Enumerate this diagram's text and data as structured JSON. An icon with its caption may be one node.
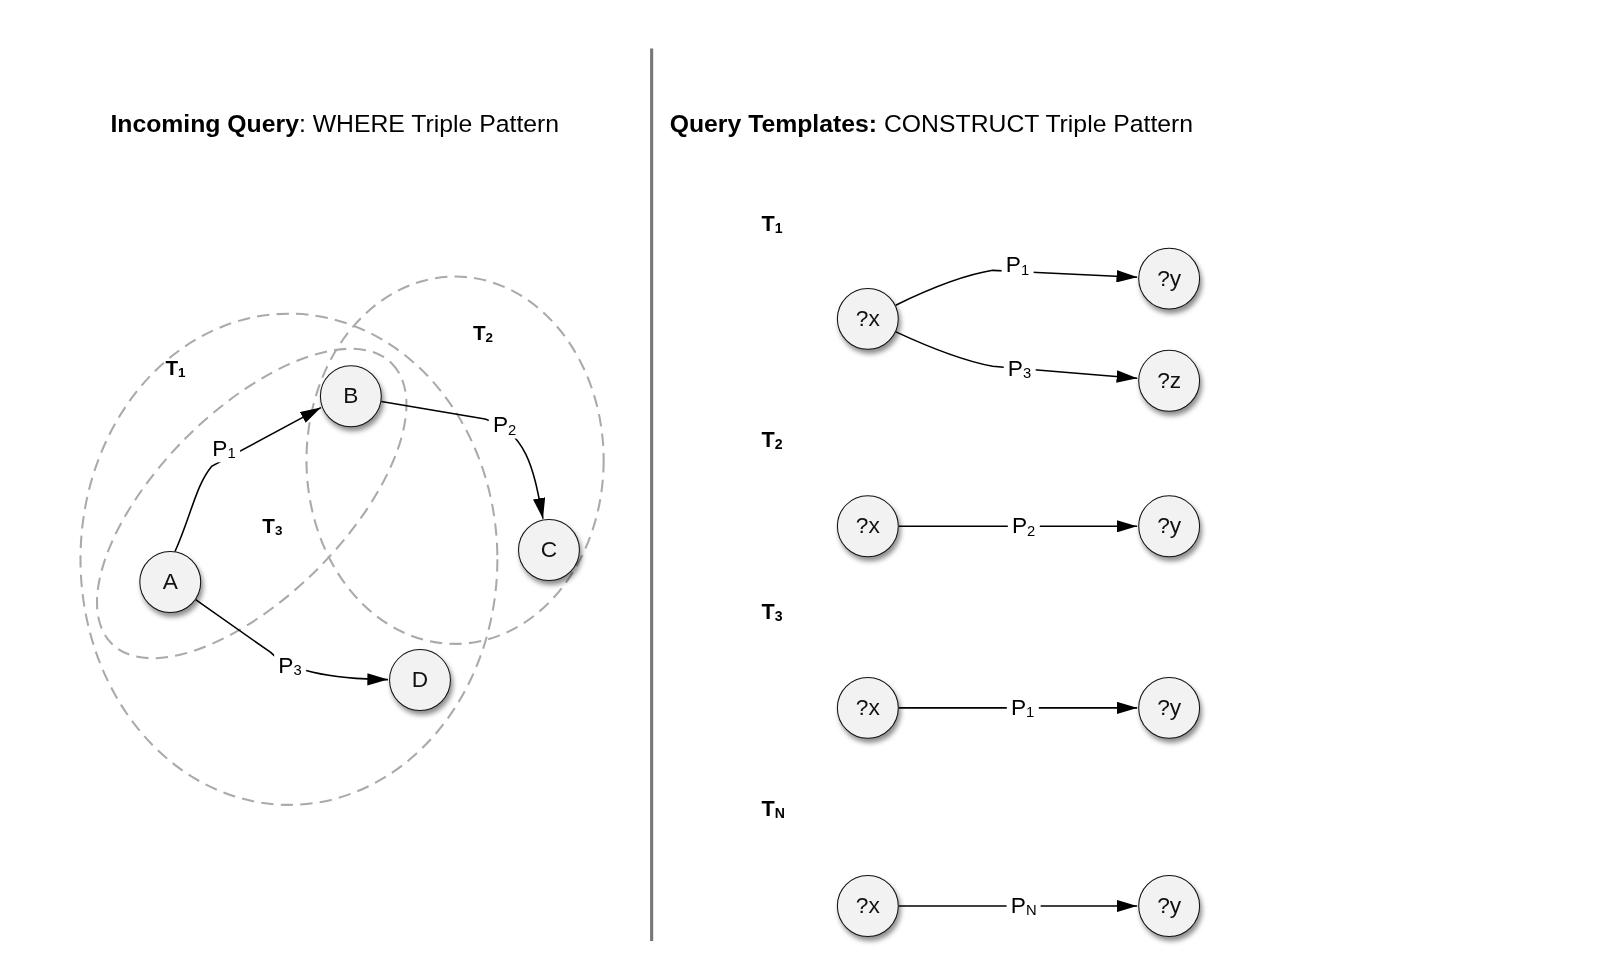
{
  "diagram": {
    "nodes": [
      {
        "text": [
          "T$_{1}$"
        ]
      },
      {
        "text": [
          "T$_{2}$"
        ]
      },
      {
        "text": [
          "T$_{3}$"
        ],
        "in": 0
      },
      {
        "text": [
          "A"
        ],
        "in": 2
      },
      {
        "text": [
          "B"
        ]
      },
      {
        "text": [
          "C"
        ],
        "in": 1
      },
      {
        "text": [
          "D"
        ],
        "in": 0
      },
      {
        "text": [
          "?x"
        ]
      },
      {
        "text": [
          "?y"
        ]
      },
      {
        "text": [
          "?z"
        ]
      },
      {
        "text": [
          "?x"
        ]
      },
      {
        "text": [
          "?y"
        ]
      },
      {
        "text": [
          "?x"
        ]
      },
      {
        "text": [
          "?y"
        ]
      },
      {
        "text": [
          "?x"
        ]
      },
      {
        "text": [
          "?y"
        ]
      }
    ],
    "edges": [
      {
        "from": 3,
        "to": 4,
        "label": "P$_{1}$",
        "arrow": "to"
      },
      {
        "from": 4,
        "to": 5,
        "label": "P$_{2}$",
        "arrow": "to"
      },
      {
        "from": 3,
        "to": 6,
        "label": "P$_{3}$",
        "arrow": "to"
      },
      {
        "from": 7,
        "to": 8,
        "label": "P$_{1}$",
        "arrow": "to"
      },
      {
        "from": 7,
        "to": 9,
        "label": "P$_{3}$",
        "arrow": "to"
      },
      {
        "from": 10,
        "to": 11,
        "label": "P$_{2}$",
        "arrow": "to"
      },
      {
        "from": 12,
        "to": 13,
        "label": "P$_{1}$",
        "arrow": "to"
      },
      {
        "from": 14,
        "to": 15,
        "label": "P$_{N}$",
        "arrow": "to"
      }
    ],
    "labels": [
      "**Incoming Query**: WHERE Triple Pattern",
      "**Query Templates:** CONSTRUCT Triple Pattern",
      "T$_{1}$",
      "T$_{2}$",
      "T$_{3}$",
      "T$_{N}$"
    ]
  }
}
